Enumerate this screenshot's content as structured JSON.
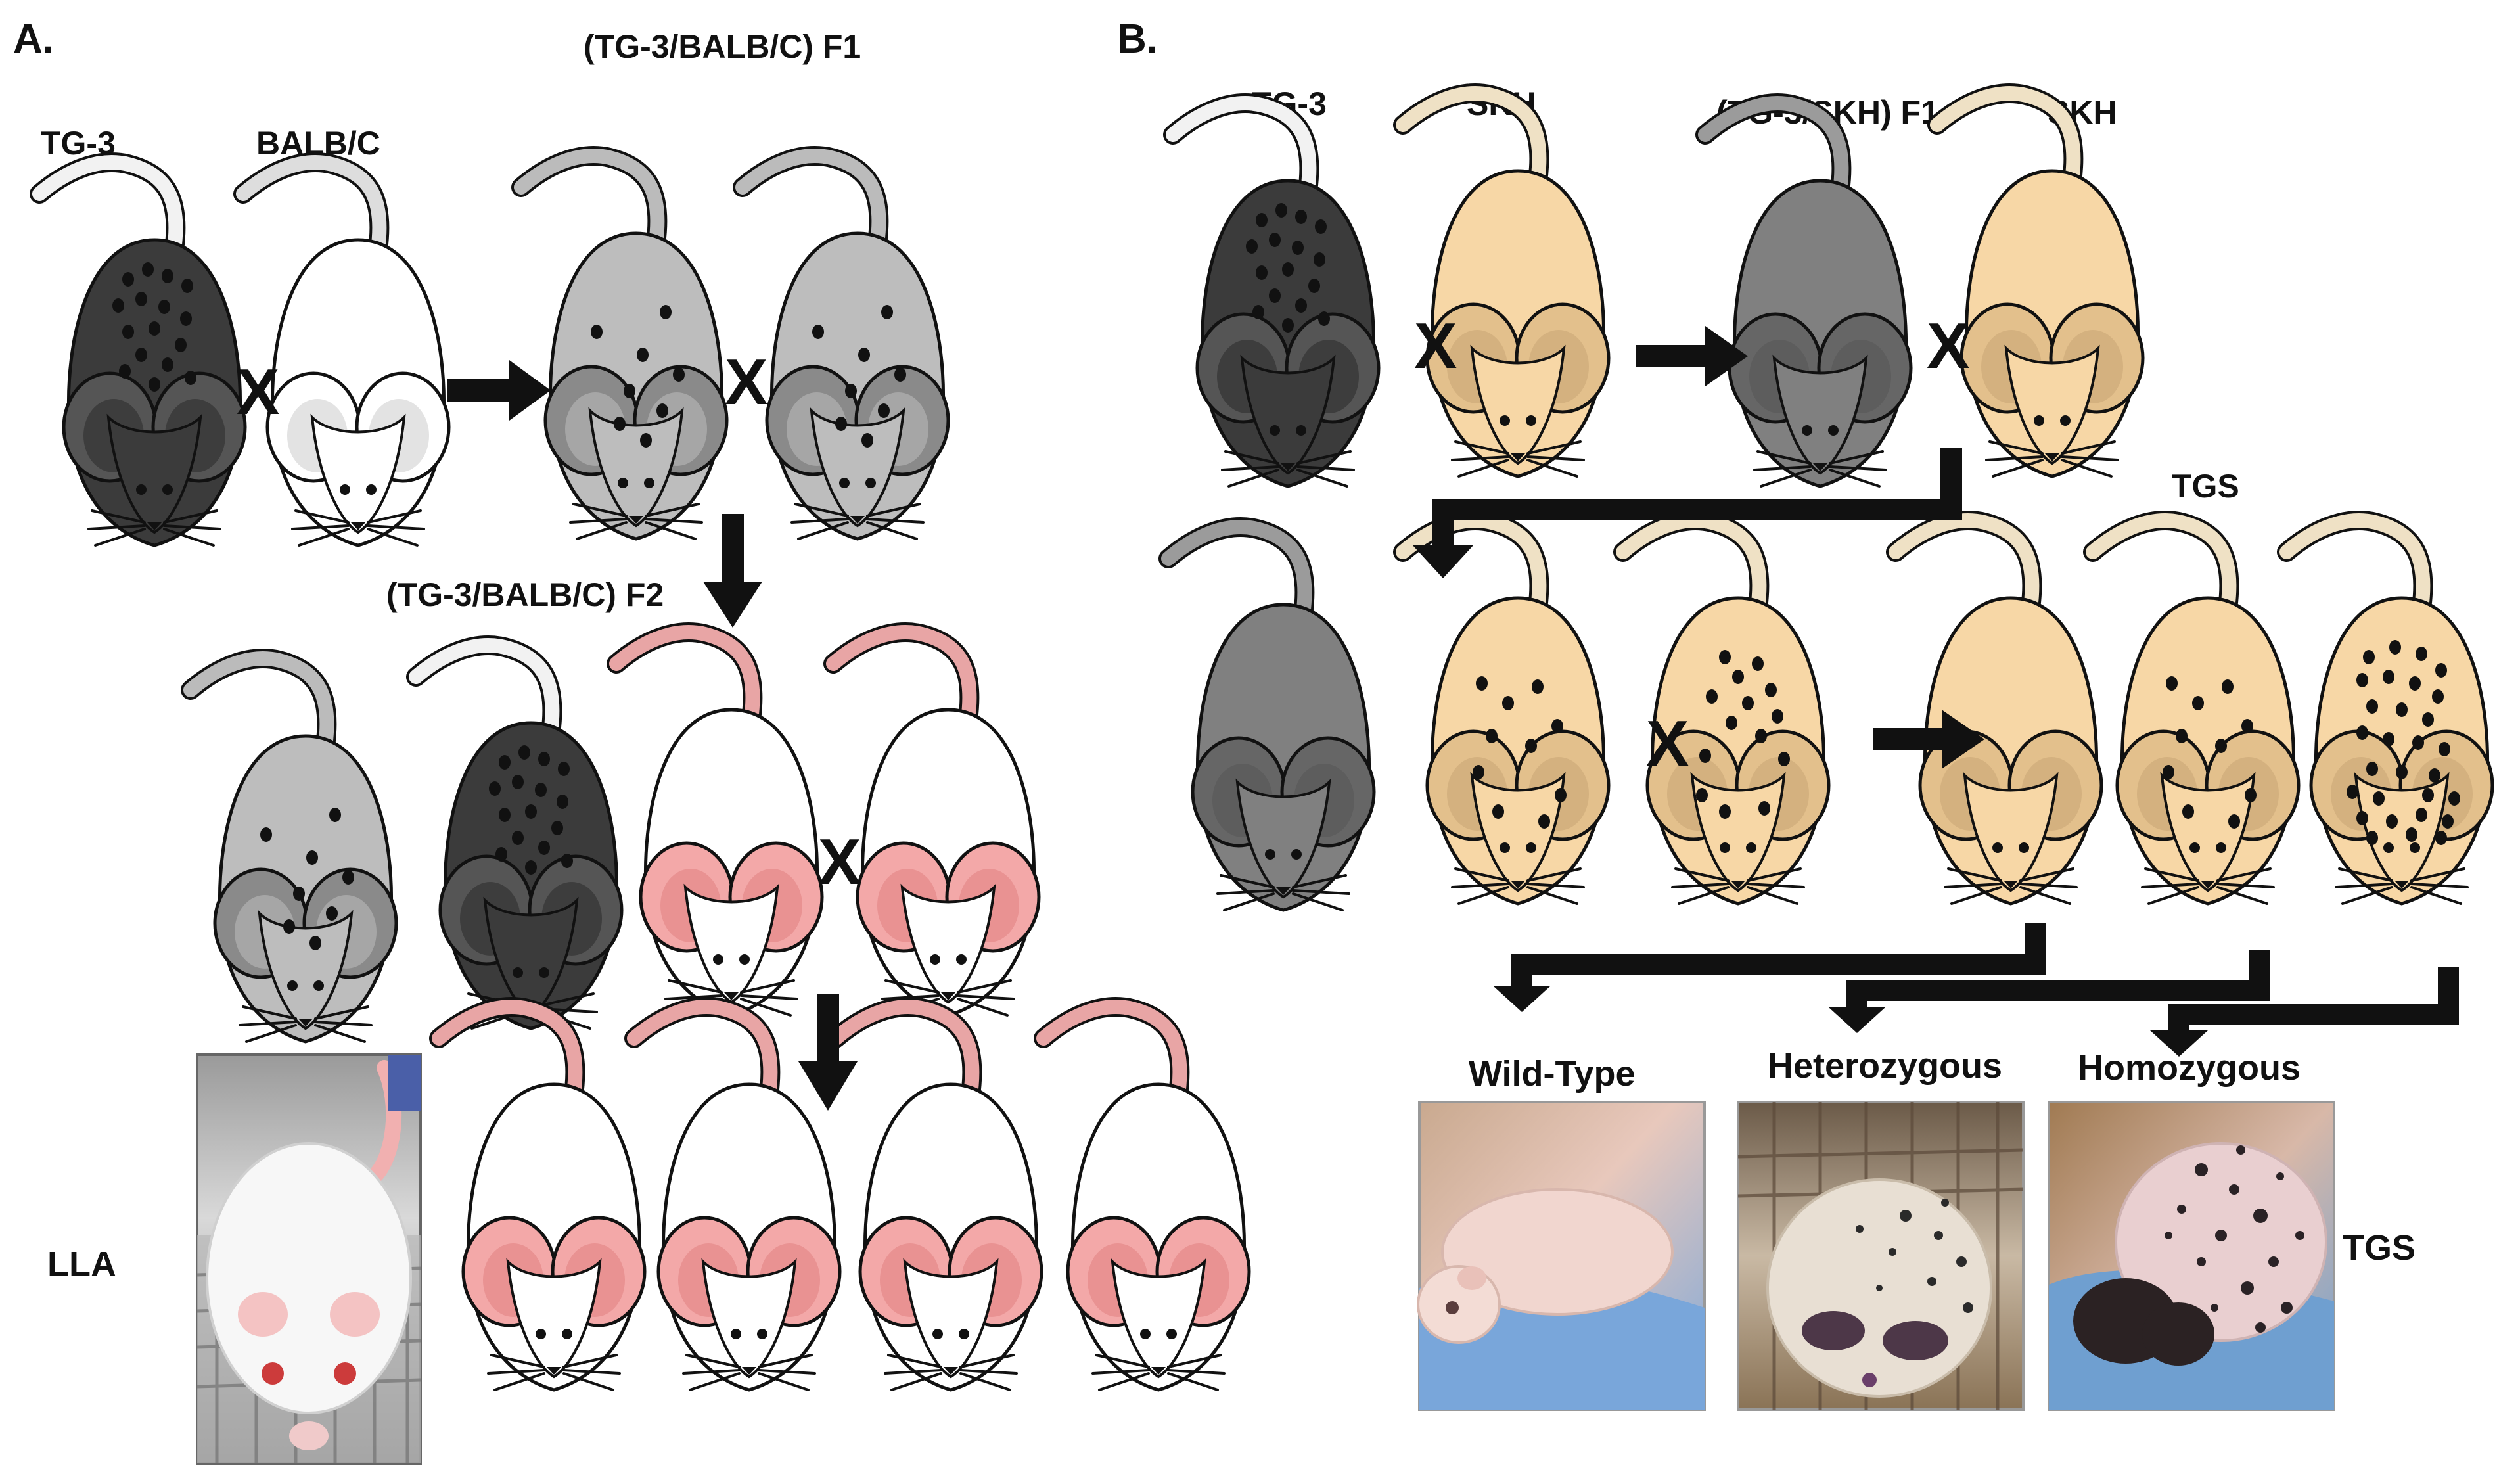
{
  "panel_a": {
    "label": "A.",
    "tg3_label": "TG-3",
    "balbc_label": "BALB/C",
    "f1_label": "(TG-3/BALB/C)  F1",
    "f2_label": "(TG-3/BALB/C)  F2",
    "lla_label": "LLA",
    "cross_symbol": "X"
  },
  "panel_b": {
    "label": "B.",
    "tg3_label": "TG-3",
    "skh_label": "SKH",
    "f1_label": "(TG-3/SKH)  F1",
    "skh_label_2": "SKH",
    "tgs_label": "TGS",
    "tgs_side_label": "TGS",
    "cross_symbol": "X",
    "photo_labels": [
      "Wild-Type",
      "Heterozygous",
      "Homozygous"
    ]
  },
  "colors": {
    "black_mouse": "#3b3b3b",
    "white_mouse": "#ffffff",
    "grey_mouse": "#b8b8b8",
    "dark_grey_mouse": "#7d7d7d",
    "tan_mouse": "#f7d7a6",
    "pink_ear": "#f2a6a6",
    "pink_tail": "#e8a5a5",
    "arrow": "#111111"
  }
}
